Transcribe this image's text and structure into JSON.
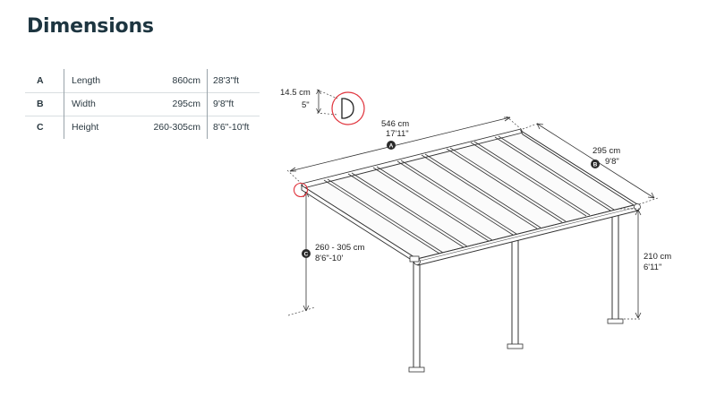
{
  "title": "Dimensions",
  "specs": [
    {
      "letter": "A",
      "name": "Length",
      "metric": "860cm",
      "imperial": "28'3\"ft"
    },
    {
      "letter": "B",
      "name": "Width",
      "metric": "295cm",
      "imperial": "9'8\"ft"
    },
    {
      "letter": "C",
      "name": "Height",
      "metric": "260-305cm",
      "imperial": "8'6\"-10'ft"
    }
  ],
  "diagram": {
    "profile_cm": "14.5 cm",
    "profile_in": "5\"",
    "length_cm": "546 cm",
    "length_ft": "17'11\"",
    "width_cm": "295 cm",
    "width_ft": "9'8\"",
    "height_range_cm": "260 - 305 cm",
    "height_range_ft": "8'6\"-10'",
    "post_height_cm": "210 cm",
    "post_height_ft": "6'11\"",
    "badges": {
      "a": "A",
      "b": "B",
      "c": "C"
    },
    "highlight_color": "#e0343d"
  }
}
